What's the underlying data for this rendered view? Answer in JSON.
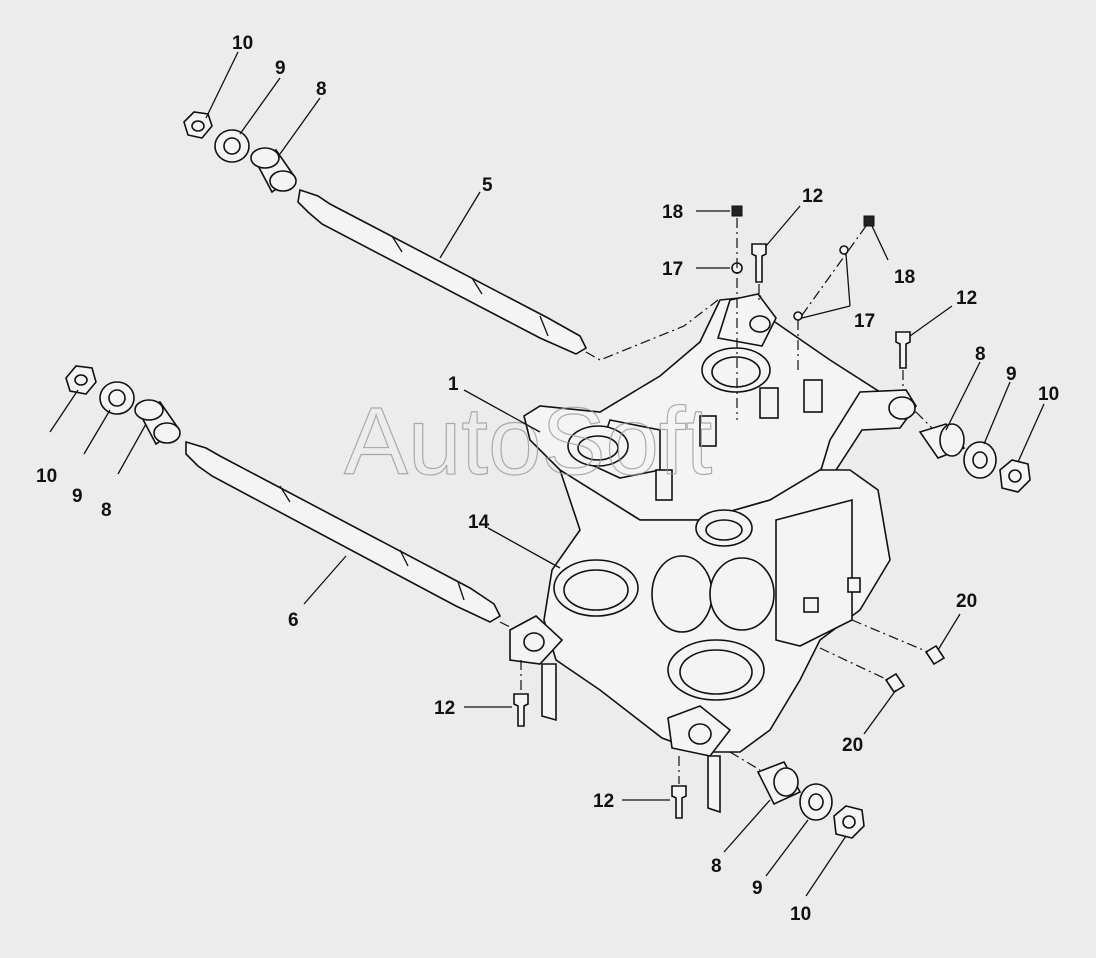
{
  "watermark": "AutoSoft",
  "callouts": {
    "c_10_top": "10",
    "c_9_top": "9",
    "c_8_top": "8",
    "c_5": "5",
    "c_10_left": "10",
    "c_9_left": "9",
    "c_8_left": "8",
    "c_1": "1",
    "c_14": "14",
    "c_6": "6",
    "c_18_a": "18",
    "c_17_a": "17",
    "c_12_top": "12",
    "c_18_b": "18",
    "c_17_b": "17",
    "c_12_right": "12",
    "c_8_right": "8",
    "c_9_right": "9",
    "c_10_right": "10",
    "c_20_a": "20",
    "c_20_b": "20",
    "c_12_mid": "12",
    "c_12_bot": "12",
    "c_8_bot": "8",
    "c_9_bot": "9",
    "c_10_bot": "10"
  }
}
